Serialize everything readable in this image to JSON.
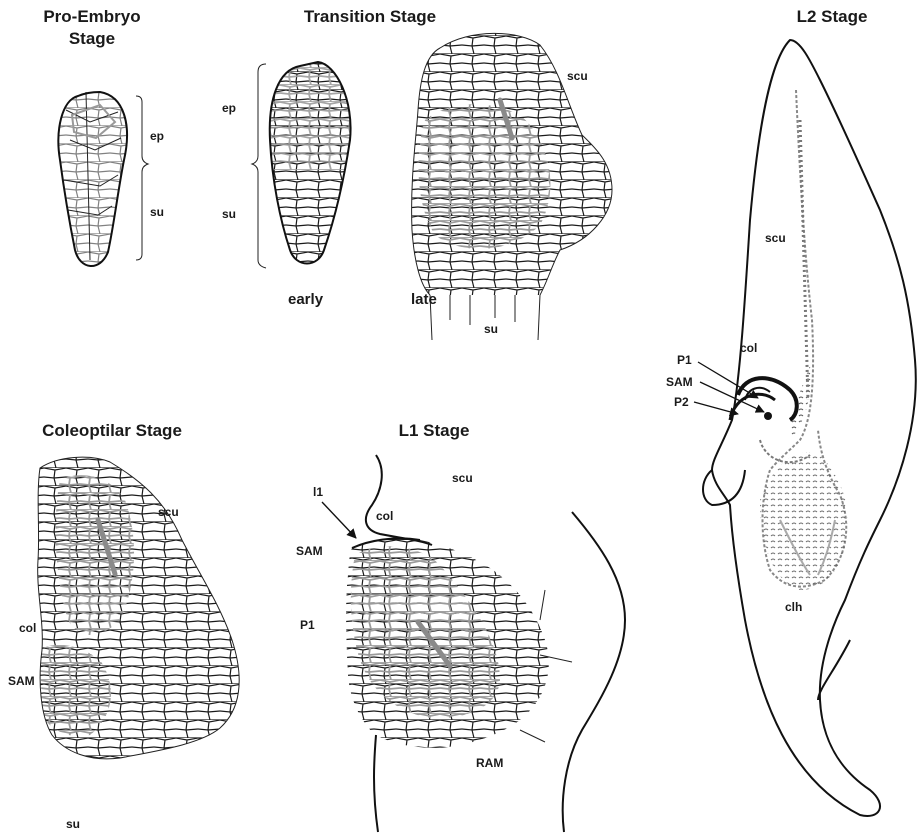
{
  "stages": {
    "pro_embryo": {
      "title_line1": "Pro-Embryo",
      "title_line2": "Stage",
      "ep": "ep",
      "su": "su"
    },
    "transition": {
      "title": "Transition Stage",
      "ep": "ep",
      "su": "su",
      "early": "early",
      "late": "late",
      "scu": "scu",
      "su2": "su"
    },
    "l2": {
      "title": "L2 Stage",
      "scu": "scu",
      "p1": "P1",
      "col": "col",
      "sam": "SAM",
      "p2": "P2",
      "clh": "clh"
    },
    "coleoptilar": {
      "title": "Coleoptilar Stage",
      "scu": "scu",
      "col": "col",
      "sam": "SAM",
      "su": "su"
    },
    "l1": {
      "title": "L1 Stage",
      "scu": "scu",
      "l1": "l1",
      "col": "col",
      "sam": "SAM",
      "p1": "P1",
      "ram": "RAM"
    }
  },
  "colors": {
    "ink": "#111111",
    "gray_cells": "#9a9a9a"
  }
}
